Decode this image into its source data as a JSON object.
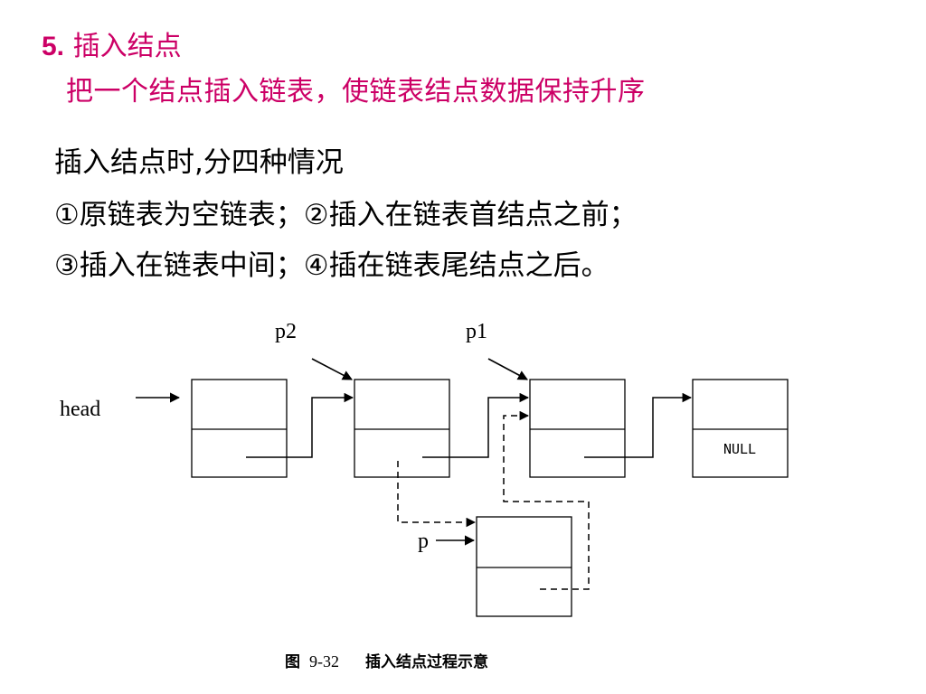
{
  "slide": {
    "section_number": "5.",
    "section_title": "插入结点",
    "subtitle": "把一个结点插入链表，使链表结点数据保持升序",
    "lines": [
      "插入结点时,分四种情况",
      "①原链表为空链表；②插入在链表首结点之前；",
      "③插入在链表中间；④插在链表尾结点之后。"
    ]
  },
  "diagram": {
    "head_label": "head",
    "pointer_p2": "p2",
    "pointer_p1": "p1",
    "pointer_p": "p",
    "null_label": "NULL",
    "caption_prefix": "图",
    "caption_number": "9-32",
    "caption_text": "插入结点过程示意",
    "colors": {
      "heading": "#cc0066",
      "lines": "#000000"
    }
  }
}
